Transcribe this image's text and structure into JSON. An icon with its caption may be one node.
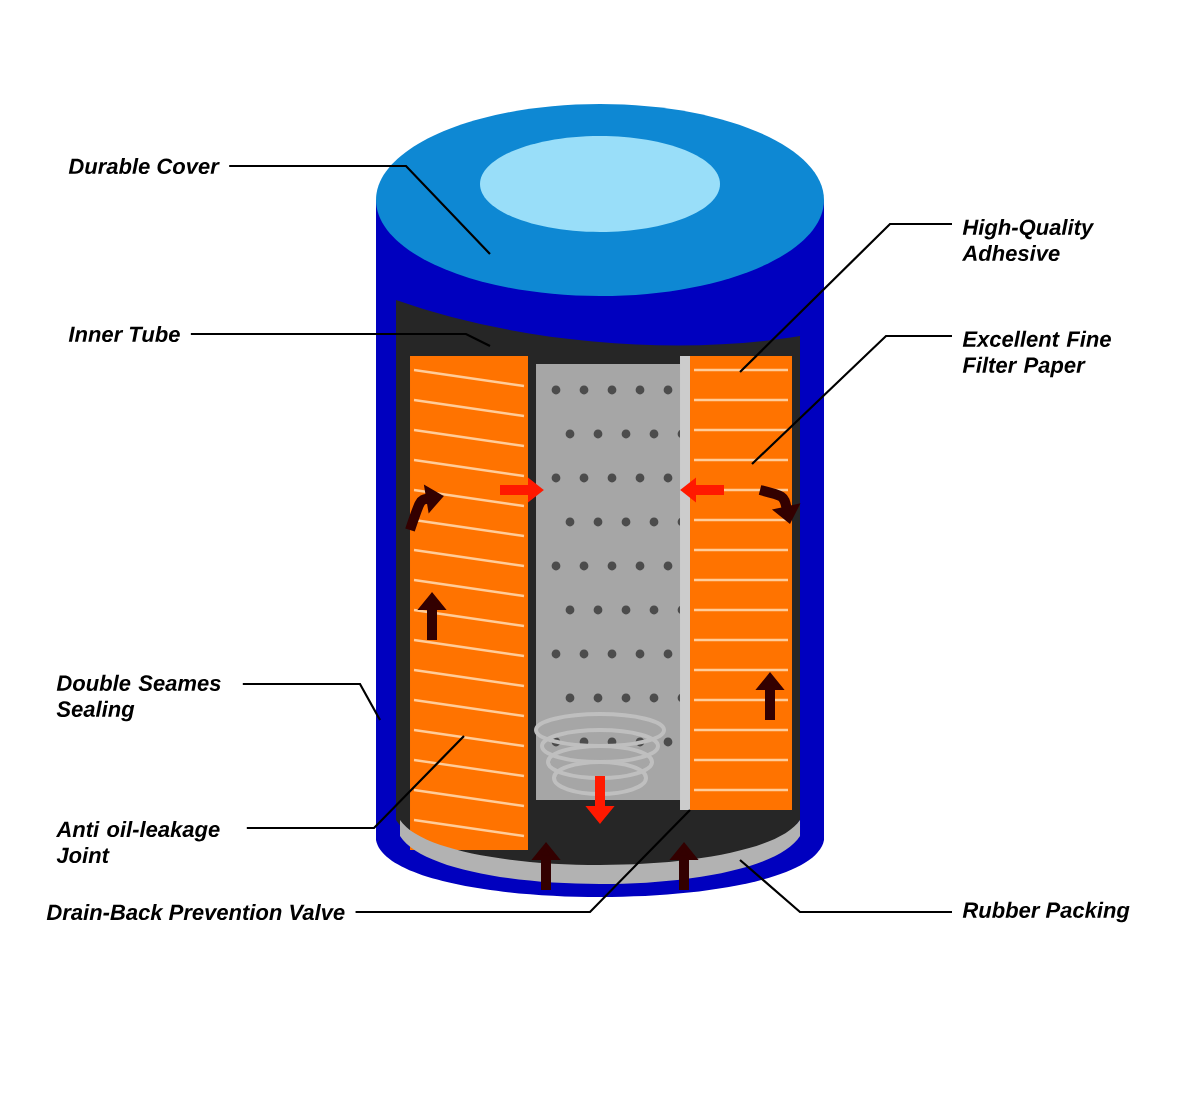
{
  "diagram": {
    "nodes": [
      {
        "text": [
          "Durable Cover"
        ]
      },
      {
        "text": [
          "Inner Tube"
        ]
      },
      {
        "text": [
          "High-Quality Adhesive"
        ]
      },
      {
        "text": [
          "Excellent Fine Filter Paper"
        ]
      },
      {
        "text": [
          "Double Seames Sealing"
        ]
      },
      {
        "text": [
          "Anti oil-leakage Joint"
        ]
      },
      {
        "text": [
          "Drain-Back Prevention Valve"
        ]
      },
      {
        "text": [
          "Rubber Packing"
        ]
      }
    ],
    "edges": [
      {
        "from": 0,
        "to": null,
        "arrow": "none"
      },
      {
        "from": 1,
        "to": null,
        "arrow": "none"
      },
      {
        "from": 2,
        "to": null,
        "arrow": "none"
      },
      {
        "from": 3,
        "to": null,
        "arrow": "none"
      },
      {
        "from": 4,
        "to": null,
        "arrow": "none"
      },
      {
        "from": 5,
        "to": null,
        "arrow": "none"
      },
      {
        "from": 6,
        "to": null,
        "arrow": "none"
      },
      {
        "from": 7,
        "to": null,
        "arrow": "none"
      }
    ]
  }
}
